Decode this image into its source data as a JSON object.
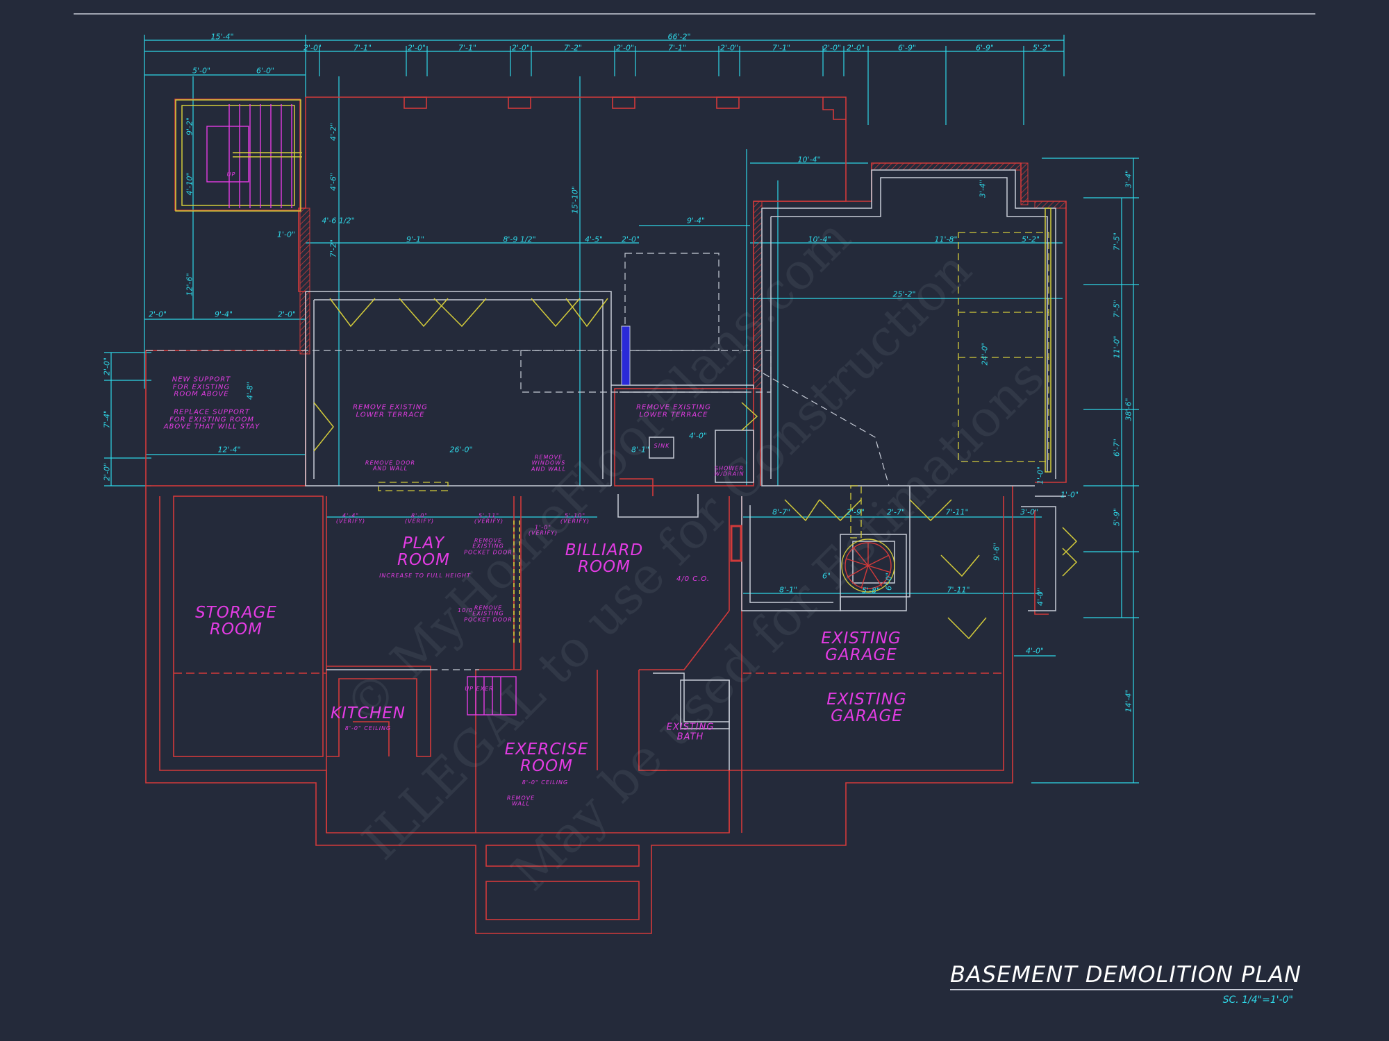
{
  "title": "BASEMENT DEMOLITION PLAN",
  "scale": "SC. 1/4\"=1'-0\"",
  "watermark": {
    "line1": "© MyHomeFloorPlans.com",
    "line2": "ILLEGAL to use for Construction",
    "line3": "May be used for Estimations"
  },
  "rooms": {
    "storage": "STORAGE\nROOM",
    "play": "PLAY\nROOM",
    "play_note": "INCREASE TO FULL HEIGHT",
    "billiard": "BILLIARD\nROOM",
    "kitchen": "KITCHEN",
    "kitchen_note": "8'-0\" CEILING",
    "exercise": "EXERCISE\nROOM",
    "exercise_note": "8'-0\" CEILING",
    "existing_bath": "EXISTING\nBATH",
    "existing_garage_1": "EXISTING\nGARAGE",
    "existing_garage_2": "EXISTING\nGARAGE"
  },
  "notes": {
    "new_support": "NEW SUPPORT\nFOR EXISTING\nROOM ABOVE",
    "replace_support": "REPLACE SUPPORT\nFOR EXISTING ROOM\nABOVE THAT WILL STAY",
    "remove_terrace_1": "REMOVE EXISTING\nLOWER TERRACE",
    "remove_terrace_2": "REMOVE EXISTING\nLOWER TERRACE",
    "remove_door": "REMOVE DOOR\nAND WALL",
    "remove_windows": "REMOVE\nWINDOWS\nAND WALL",
    "remove_pocket_1": "REMOVE\nEXISTING\nPOCKET DOOR",
    "remove_pocket_2": "REMOVE\nEXISTING\nPOCKET DOOR",
    "pocket_size": "10/0",
    "remove_wall": "REMOVE\nWALL",
    "shower": "SHOWER\nW/DRAIN",
    "sink": "SINK",
    "up_exer": "UP EXER",
    "up": "UP",
    "cased_opening": "4/0 C.O.",
    "verify_1": "4'-4\"\n(VERIFY)",
    "verify_2": "8'-0\"\n(VERIFY)",
    "verify_3": "5'-11\"\n(VERIFY)",
    "verify_4": "1'-0\"\n(VERIFY)",
    "verify_5": "5'-10\"\n(VERIFY)"
  },
  "dimensions_top": [
    "15'-4\"",
    "66'-2\"",
    "5'-0\"",
    "6'-0\"",
    "2'-0\"",
    "7'-1\"",
    "2'-0\"",
    "7'-1\"",
    "2'-0\"",
    "7'-2\"",
    "2'-0\"",
    "7'-1\"",
    "2'-0\"",
    "7'-1\"",
    "2'-0\"",
    "2'-0\"",
    "6'-9\"",
    "6'-9\"",
    "5'-2\""
  ],
  "dimensions_mid": [
    "9'-1\"",
    "8'-9 1/2\"",
    "4'-5\"",
    "2'-0\"",
    "9'-4\"",
    "10'-4\"",
    "10'-4\"",
    "11'-8\"",
    "5'-2\"",
    "25'-2\"",
    "24'-0\"",
    "2'-0\"",
    "9'-4\"",
    "2'-0\"",
    "4'-6 1/2\"",
    "1'-0\"",
    "12'-4\"",
    "26'-0\"",
    "8'-1\"",
    "4'-0\""
  ],
  "dimensions_lower": [
    "8'-7\"",
    "2'-9\"",
    "2'-7\"",
    "7'-11\"",
    "3'-0\"",
    "1'-0\"",
    "8'-1\"",
    "6\"",
    "5'-8\"",
    "6'-0\"",
    "7'-11\"",
    "4'-0\"",
    "9'-6\"",
    "5'-9\""
  ],
  "dimensions_vert": [
    "9'-2\"",
    "4'-10\"",
    "12'-6\"",
    "2'-0\"",
    "7'-4\"",
    "2'-0\"",
    "4'-8\"",
    "4'-2\"",
    "4'-6\"",
    "7'-2\"",
    "15'-10\"",
    "3'-4\"",
    "7'-5\"",
    "11'-0\"",
    "6'-7\"",
    "38'-6\"",
    "14'-4\"",
    "1'-0\"",
    "4'-0\"",
    "3'-4\"",
    "7'-5\""
  ]
}
